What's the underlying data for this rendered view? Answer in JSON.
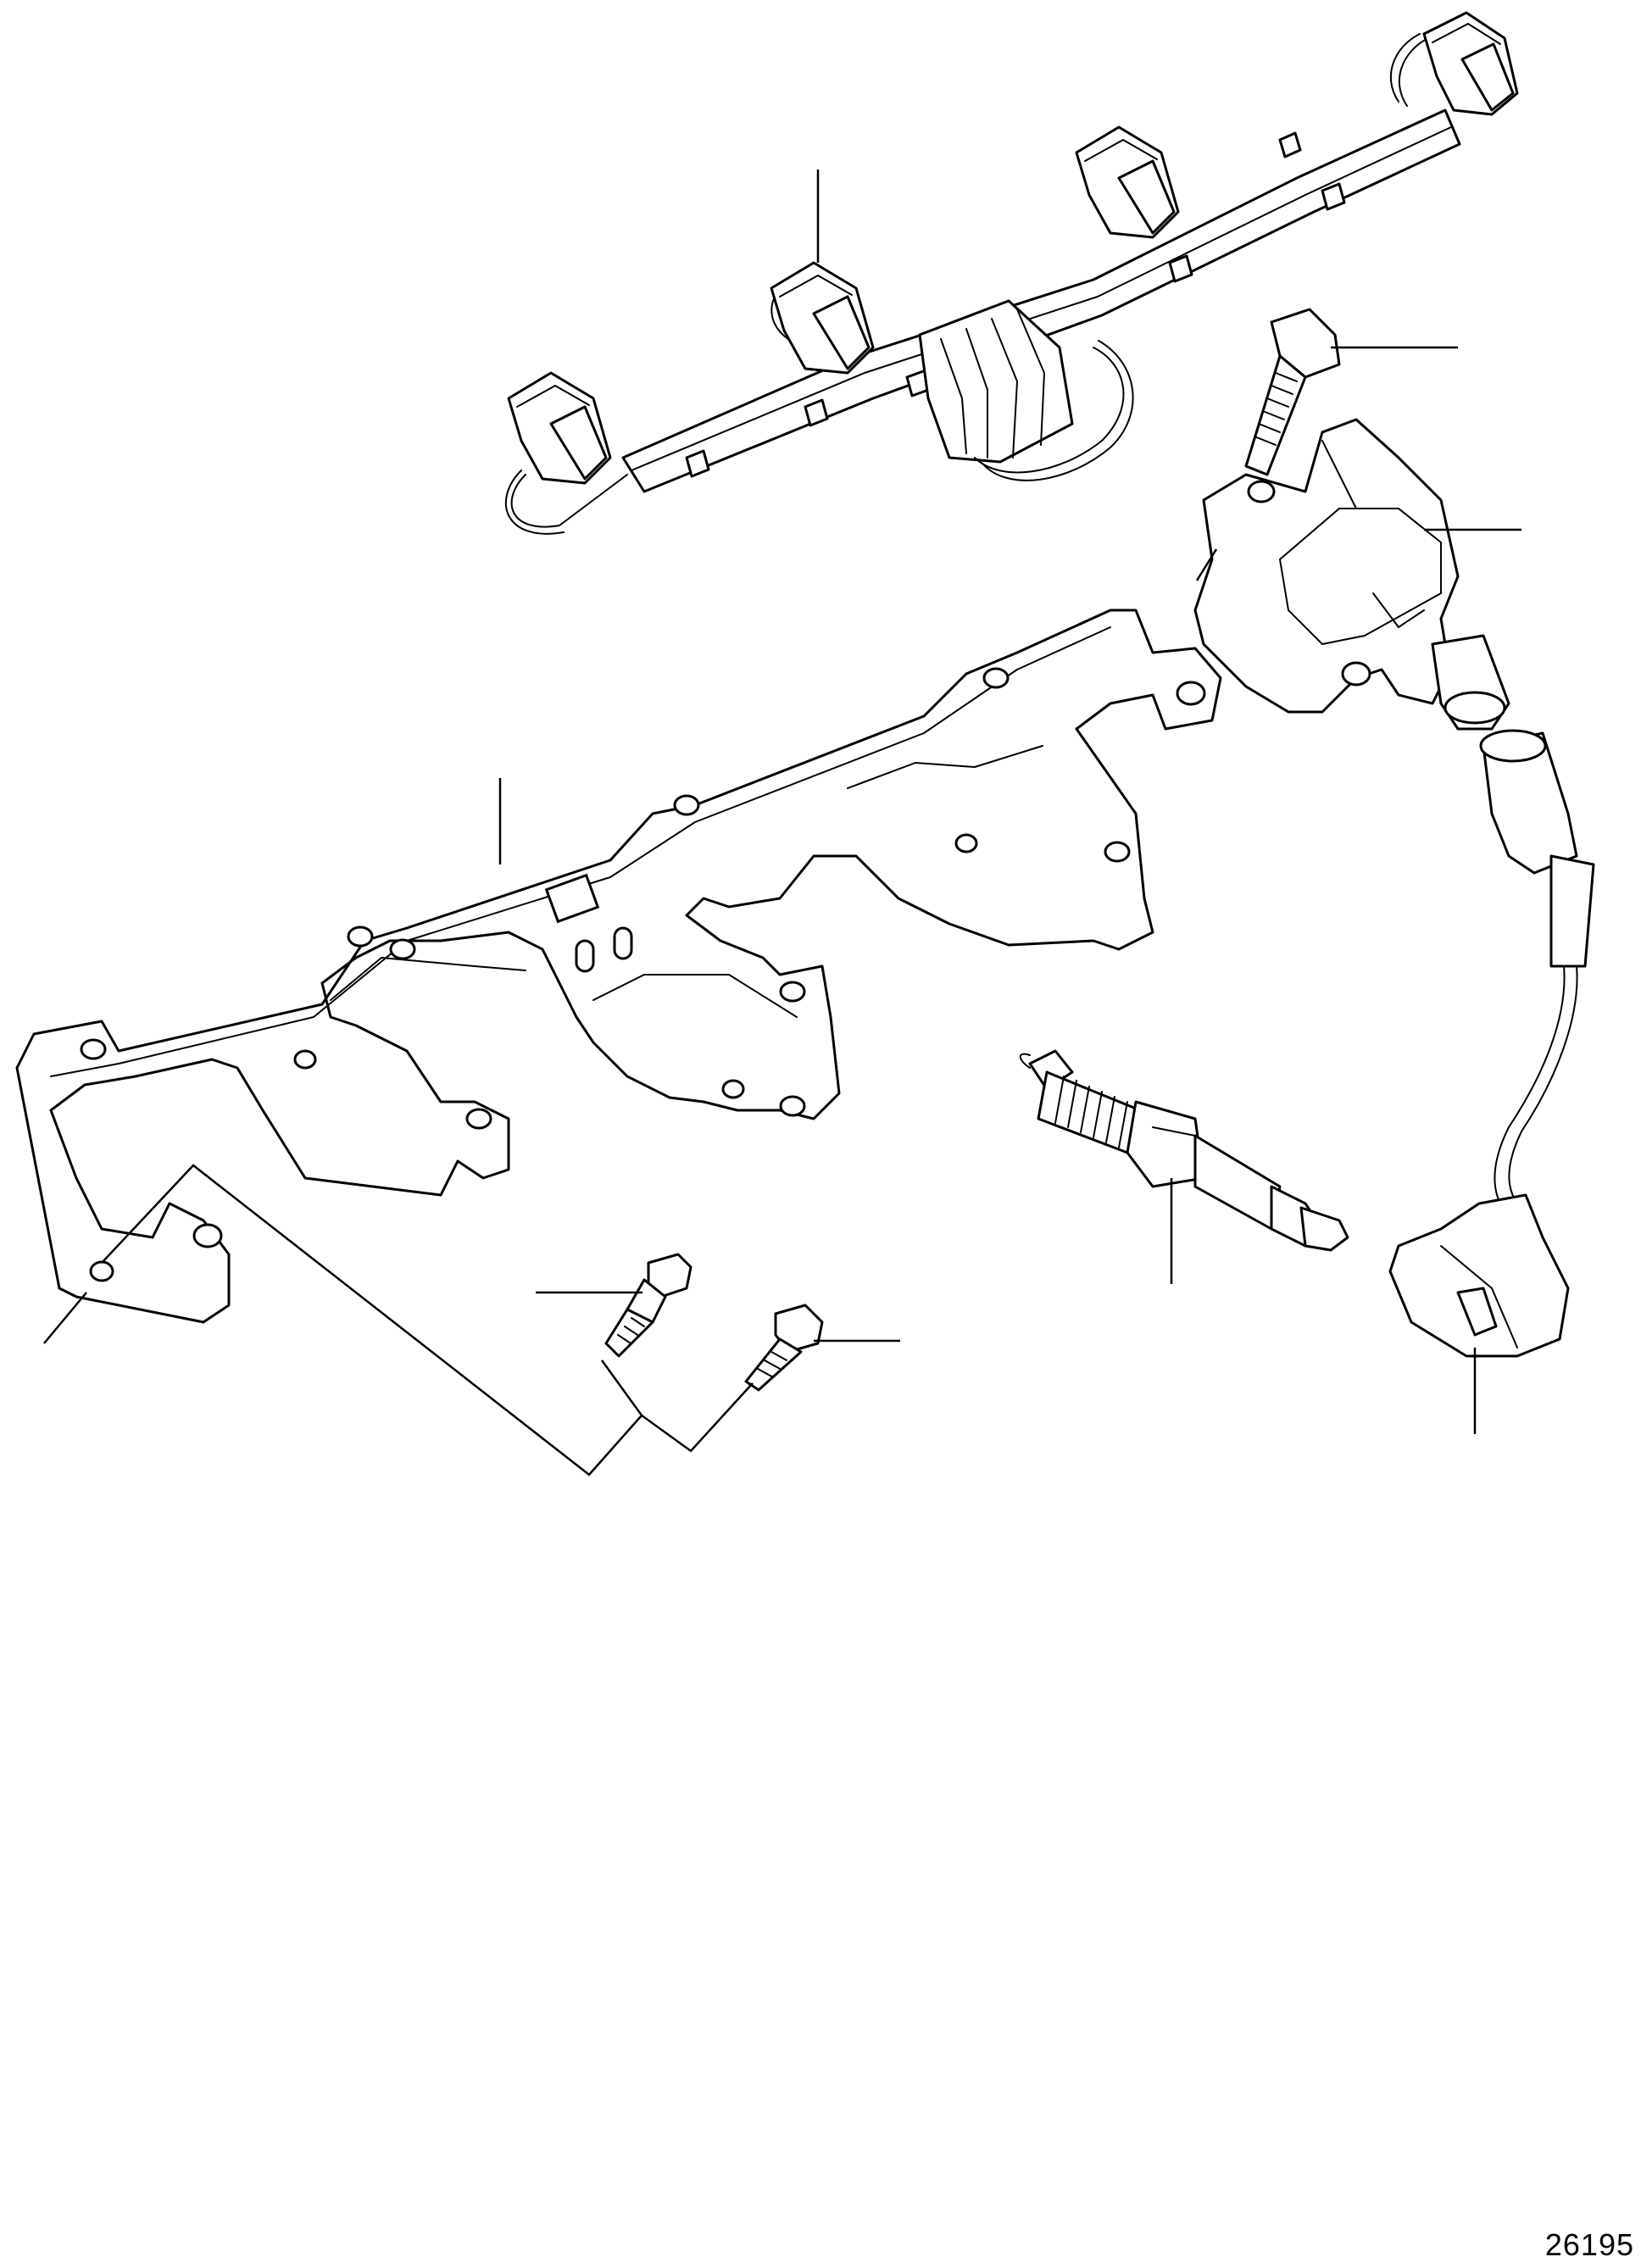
{
  "drawing": {
    "number": "26195"
  },
  "parts": [
    {
      "name": "ignition-wiring-harness"
    },
    {
      "name": "ignition-coil-bracket"
    },
    {
      "name": "ignition-coil"
    },
    {
      "name": "coil-mounting-bolt"
    },
    {
      "name": "spark-plug"
    },
    {
      "name": "spark-plug-lead"
    },
    {
      "name": "stud"
    },
    {
      "name": "flange-screw"
    }
  ],
  "colors": {
    "line": "#000000",
    "background": "#ffffff"
  }
}
